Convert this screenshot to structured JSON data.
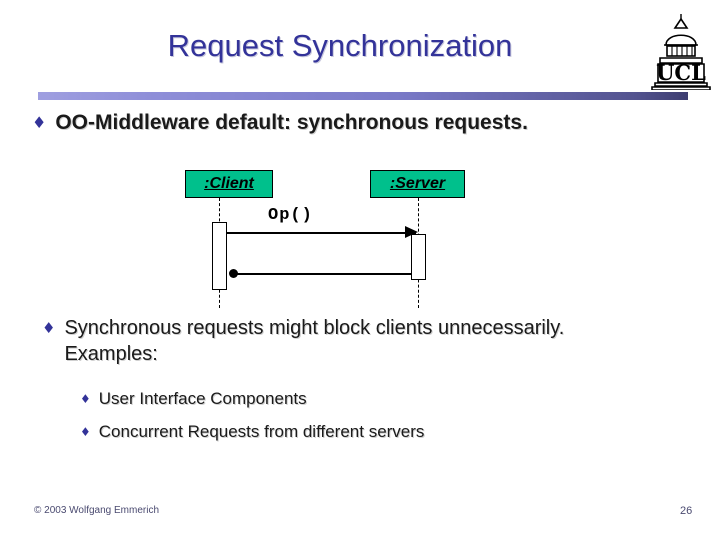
{
  "slide": {
    "title": "Request Synchronization",
    "page_number": "26",
    "copyright": "© 2003 Wolfgang Emmerich",
    "accent_color": "#333399",
    "divider_color_light": "#9f9fe0",
    "divider_color_dark": "#3d3d70",
    "object_box_fill": "#00c08c"
  },
  "logo": {
    "name": "ucl-logo",
    "text": "UCL"
  },
  "bullets": [
    {
      "marker": "♦",
      "text": "OO-Middleware default: synchronous requests."
    },
    {
      "marker": "♦",
      "text": "Synchronous requests might block clients unnecessarily. Examples:"
    },
    {
      "marker": "♦",
      "text": "User Interface Components"
    },
    {
      "marker": "♦",
      "text": "Concurrent Requests from different servers"
    }
  ],
  "diagram": {
    "type": "uml-sequence-diagram",
    "lifelines": [
      {
        "name": "client",
        "label": ":Client"
      },
      {
        "name": "server",
        "label": ":Server"
      }
    ],
    "messages": [
      {
        "name": "call",
        "label": "Op()",
        "from": "client",
        "to": "server",
        "kind": "synchronous-call"
      },
      {
        "name": "return",
        "label": "",
        "from": "server",
        "to": "client",
        "kind": "return"
      }
    ]
  }
}
